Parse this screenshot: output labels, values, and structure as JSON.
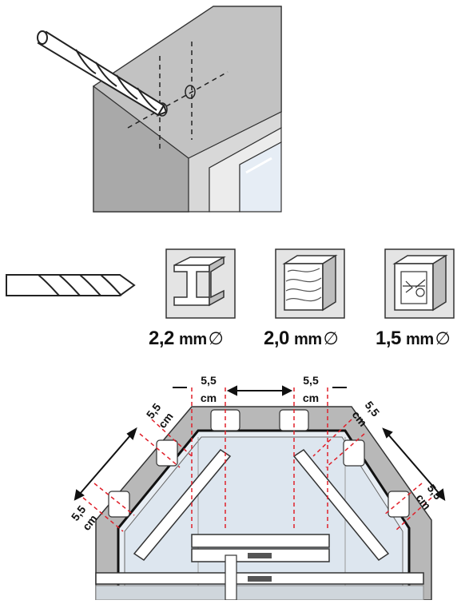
{
  "drill_sizes": [
    {
      "value": "2,2",
      "unit": "mm",
      "symbol": "∅",
      "material": "metal-profile"
    },
    {
      "value": "2,0",
      "unit": "mm",
      "symbol": "∅",
      "material": "wood"
    },
    {
      "value": "1,5",
      "unit": "mm",
      "symbol": "∅",
      "material": "plastic"
    }
  ],
  "dimension": {
    "value": "5,5",
    "unit": "cm"
  },
  "colors": {
    "frame_gray": "#b8b8b8",
    "dark_gray": "#8f8f8f",
    "glass": "#e8eef4",
    "marker_red": "#e0202a"
  }
}
